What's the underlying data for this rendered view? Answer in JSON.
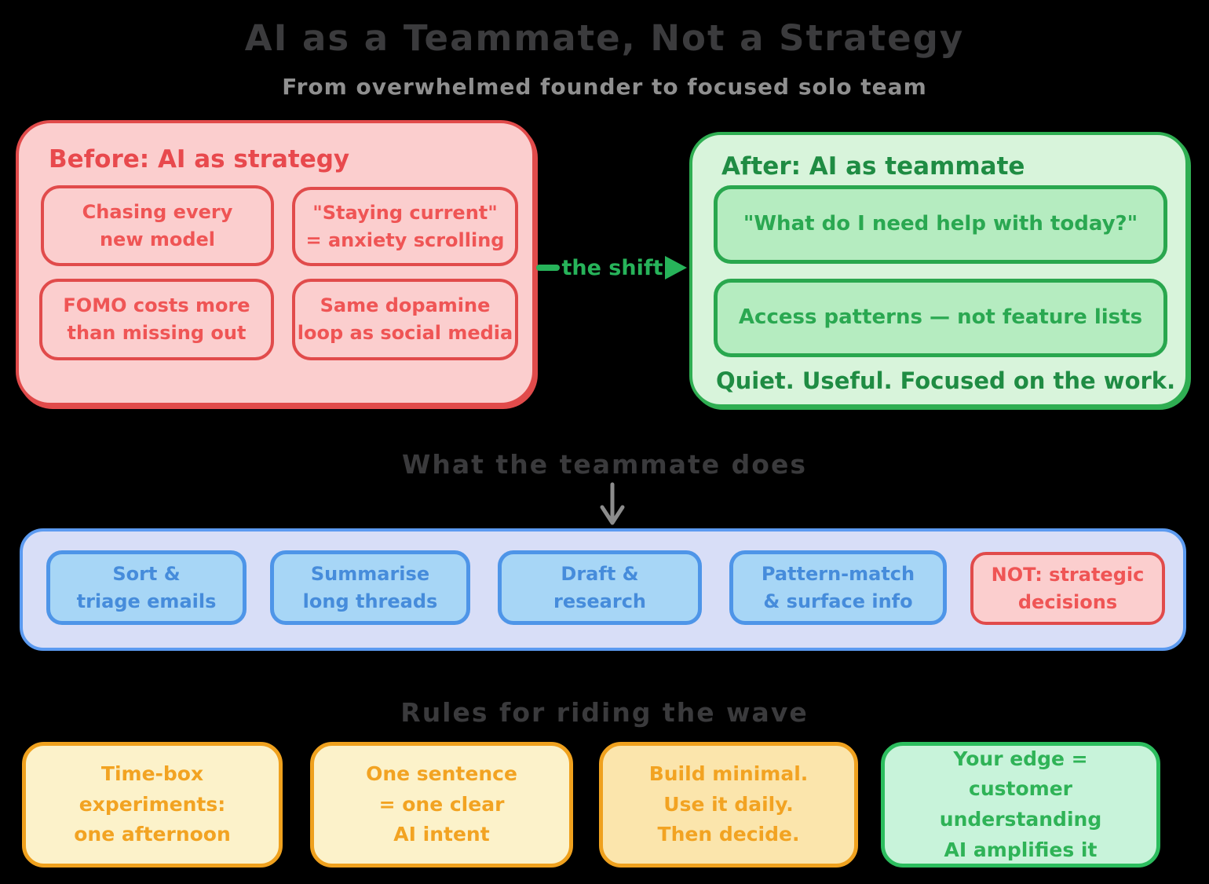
{
  "header": {
    "title": "AI as a Teammate, Not a Strategy",
    "subtitle": "From overwhelmed founder to focused solo team"
  },
  "before_panel": {
    "title": "Before: AI as strategy",
    "cards": [
      {
        "line1": "Chasing every",
        "line2": "new model"
      },
      {
        "line1": "\"Staying current\"",
        "line2": "= anxiety scrolling"
      },
      {
        "line1": "FOMO costs more",
        "line2": "than missing out"
      },
      {
        "line1": "Same dopamine",
        "line2": "loop as social media"
      }
    ]
  },
  "shift_arrow": {
    "label": "the shift"
  },
  "after_panel": {
    "title": "After: AI as teammate",
    "cards": [
      {
        "text": "\"What do I need help with today?\""
      },
      {
        "text": "Access patterns — not feature lists"
      }
    ],
    "caption": "Quiet. Useful. Focused on the work."
  },
  "teammate_section": {
    "heading": "What the teammate does",
    "cards": [
      {
        "line1": "Sort &",
        "line2": "triage emails"
      },
      {
        "line1": "Summarise",
        "line2": "long threads"
      },
      {
        "line1": "Draft &",
        "line2": "research"
      },
      {
        "line1": "Pattern-match",
        "line2": "& surface info"
      },
      {
        "line1": "NOT: strategic",
        "line2": "decisions"
      }
    ]
  },
  "rules_section": {
    "heading": "Rules for riding the wave",
    "cards": [
      {
        "line1": "Time-box",
        "line2": "experiments:",
        "line3": "one afternoon"
      },
      {
        "line1": "One sentence",
        "line2": "= one clear",
        "line3": "AI intent"
      },
      {
        "line1": "Build minimal.",
        "line2": "Use it daily.",
        "line3": "Then decide."
      },
      {
        "line1": "Your edge =",
        "line2": "customer understanding",
        "line3": "AI amplifies it"
      }
    ]
  },
  "icons": {
    "shift_arrow": "right-arrow-icon",
    "teammate_pointer": "down-arrow-icon"
  },
  "colors": {
    "background": "#000000",
    "title_text": "#3b3b3d",
    "subtitle_text": "#8f8f8f",
    "red_stroke": "#e14b4b",
    "red_fill": "#fbcece",
    "red_text": "#ef5555",
    "green_stroke": "#2fae52",
    "green_fill": "#d8f4db",
    "green_inner_fill": "#b5ecc0",
    "green_text": "#1f8c43",
    "arrow_green": "#27b35a",
    "blue_stroke": "#4e95e8",
    "blue_outer_fill": "#d8def7",
    "blue_inner_fill": "#a7d6f6",
    "blue_text": "#468cdb",
    "orange_stroke": "#efa11e",
    "yellow_fill": "#fcf2ca",
    "yellow_deep_fill": "#fbe5ac",
    "orange_text": "#f2a322",
    "mint_fill": "#c8f3da",
    "mint_stroke": "#2cbd5e",
    "mint_text": "#2fb357",
    "gray_arrow": "#8c8c8c"
  }
}
